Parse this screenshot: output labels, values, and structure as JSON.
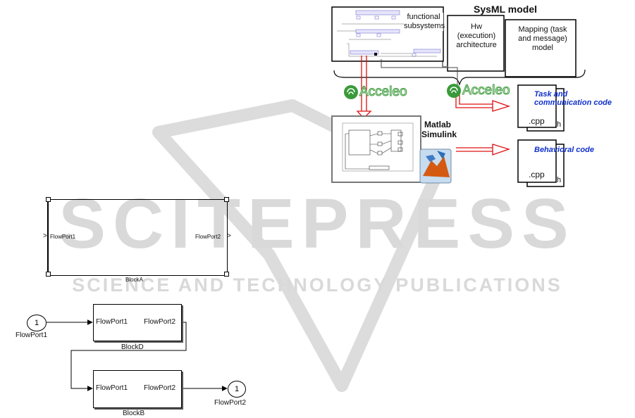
{
  "watermark": {
    "big_text": "SCITEPRESS",
    "sub_text": "SCIENCE AND TECHNOLOGY PUBLICATIONS"
  },
  "blockA": {
    "in_port": "FlowPort1",
    "out_port": "FlowPort2",
    "name": "BlockA"
  },
  "simulink": {
    "inport_number": "1",
    "inport_name": "FlowPort1",
    "outport_number": "1",
    "outport_name": "FlowPort2",
    "blockD": {
      "in_port": "FlowPort1",
      "out_port": "FlowPort2",
      "name": "BlockD"
    },
    "blockB": {
      "in_port": "FlowPort1",
      "out_port": "FlowPort2",
      "name": "BlockB"
    }
  },
  "toolflow": {
    "sysml_title": "SysML model",
    "functional_label": "functional subsystems",
    "hw_label": "Hw (execution) architecture",
    "mapping_label": "Mapping (task and message) model",
    "acceleo_1": "Acceleo",
    "acceleo_2": "Acceleo",
    "matlab_label": "Matlab Simulink",
    "task_code_label": "Task and communication code",
    "behavioral_label": "Behavioral code",
    "file_cpp_1": ".cpp",
    "file_h_1": ".h",
    "file_cpp_2": ".cpp",
    "file_h_2": ".h"
  },
  "colors": {
    "arrow_red": "#e01010",
    "label_blue": "#1030c8",
    "watermark_gray": "#d9d9d9",
    "acceleo_green": "#3a9a3a"
  }
}
